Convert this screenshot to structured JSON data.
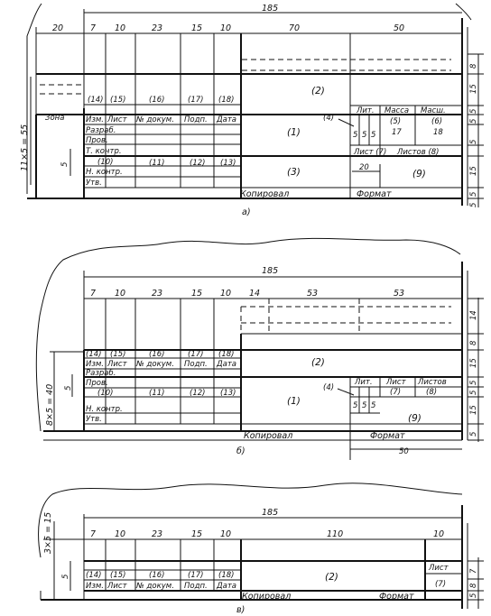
{
  "common": {
    "total_width": "185",
    "columns": [
      "7",
      "10",
      "23",
      "15",
      "10"
    ],
    "header": [
      "Изм.",
      "Лист",
      "№ докум.",
      "Подп.",
      "Дата"
    ],
    "header_nums": [
      "(14)",
      "(15)",
      "(16)",
      "(17)",
      "(18)"
    ],
    "kopiroval": "Копировал",
    "format": "Формат",
    "five": "5",
    "ten": "10"
  },
  "a": {
    "zone_w": "20",
    "w70": "70",
    "w50": "50",
    "zona": "Зона",
    "left_dim": "11×5 = 55",
    "roles": [
      "Разраб.",
      "Пров.",
      "Т. контр.",
      "",
      "Н. контр.",
      "Утв."
    ],
    "n10": "(10)",
    "n11": "(11)",
    "n12": "(12)",
    "n13": "(13)",
    "n1": "(1)",
    "n2": "(2)",
    "n3": "(3)",
    "n4": "(4)",
    "lit": "Лит.",
    "massa": "Масса",
    "mashtab": "Масш.",
    "n5": "(5)",
    "n6": "(6)",
    "v17": "17",
    "v18": "18",
    "list7": "Лист (7)",
    "listov8": "Листов (8)",
    "w20": "20",
    "n9": "(9)",
    "rdims": [
      "8",
      "15",
      "5",
      "5",
      "5",
      "15",
      "5",
      "5"
    ],
    "caption": "а)"
  },
  "b": {
    "w14": "14",
    "w53a": "53",
    "w53b": "53",
    "left_dim": "8×5 = 40",
    "roles": [
      "Разраб.",
      "Пров.",
      "",
      "Н. контр.",
      "Утв."
    ],
    "n10": "(10)",
    "n11": "(11)",
    "n12": "(12)",
    "n13": "(13)",
    "n1": "(1)",
    "n2": "(2)",
    "n4": "(4)",
    "n9": "(9)",
    "lit": "Лит.",
    "list": "Лист",
    "listov": "Листов",
    "n7": "(7)",
    "n8": "(8)",
    "w50": "50",
    "rdims": [
      "14",
      "8",
      "15",
      "5",
      "5",
      "15",
      "5"
    ],
    "caption": "б)"
  },
  "c": {
    "left_dim": "3×5 = 15",
    "w110": "110",
    "list": "Лист",
    "n7": "(7)",
    "n2": "(2)",
    "rdims": [
      "7",
      "8",
      "5"
    ],
    "caption": "в)"
  }
}
